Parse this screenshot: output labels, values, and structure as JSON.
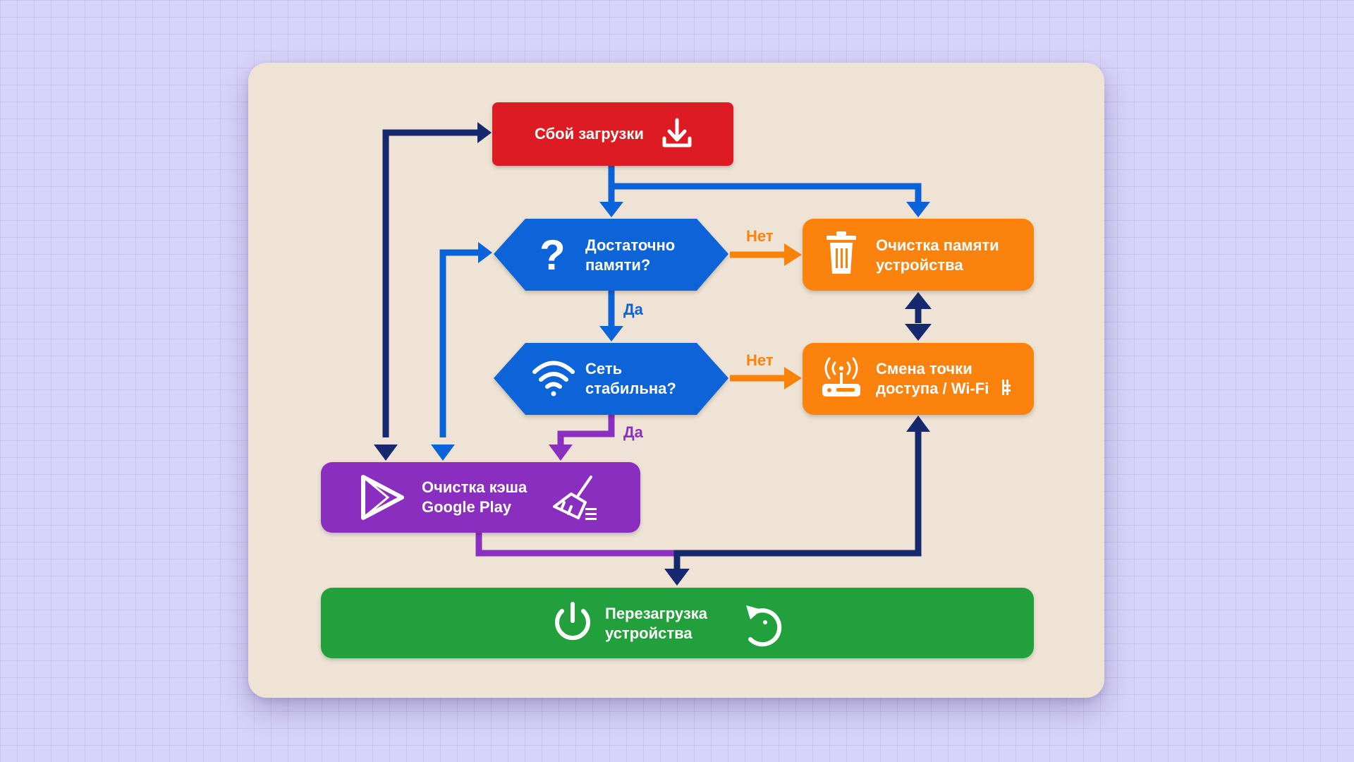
{
  "diagram": {
    "colors": {
      "red": "#dc1f22",
      "blue": "#0a63d8",
      "orange": "#fb8208",
      "purple": "#8a2fc0",
      "green": "#24a03a",
      "navy": "#17296e",
      "card": "#eee3d4",
      "background": "#d8d3f8"
    },
    "nodes": {
      "load_failure": {
        "label": "Сбой загрузки",
        "icon": "download-icon"
      },
      "enough_memory": {
        "line1": "Достаточно",
        "line2": "памяти?",
        "icon": "question-mark-icon"
      },
      "network_stable": {
        "line1": "Сеть",
        "line2": "стабильна?",
        "icon": "wifi-icon"
      },
      "clear_memory": {
        "line1": "Очистка памяти",
        "line2": "устройства",
        "icon": "trash-icon"
      },
      "change_access_point": {
        "line1": "Смена точки",
        "line2": "доступа / Wi-Fi",
        "icon": "router-icon"
      },
      "clear_cache": {
        "line1": "Очистка кэша",
        "line2": "Google Play",
        "icon": "google-play-icon",
        "icon2": "broom-icon"
      },
      "reboot": {
        "line1": "Перезагрузка",
        "line2": "устройства",
        "icon": "power-icon",
        "icon2": "restart-icon"
      }
    },
    "edge_labels": {
      "memory_no": "Нет",
      "memory_yes": "Да",
      "network_no": "Нет",
      "network_yes": "Да"
    }
  }
}
